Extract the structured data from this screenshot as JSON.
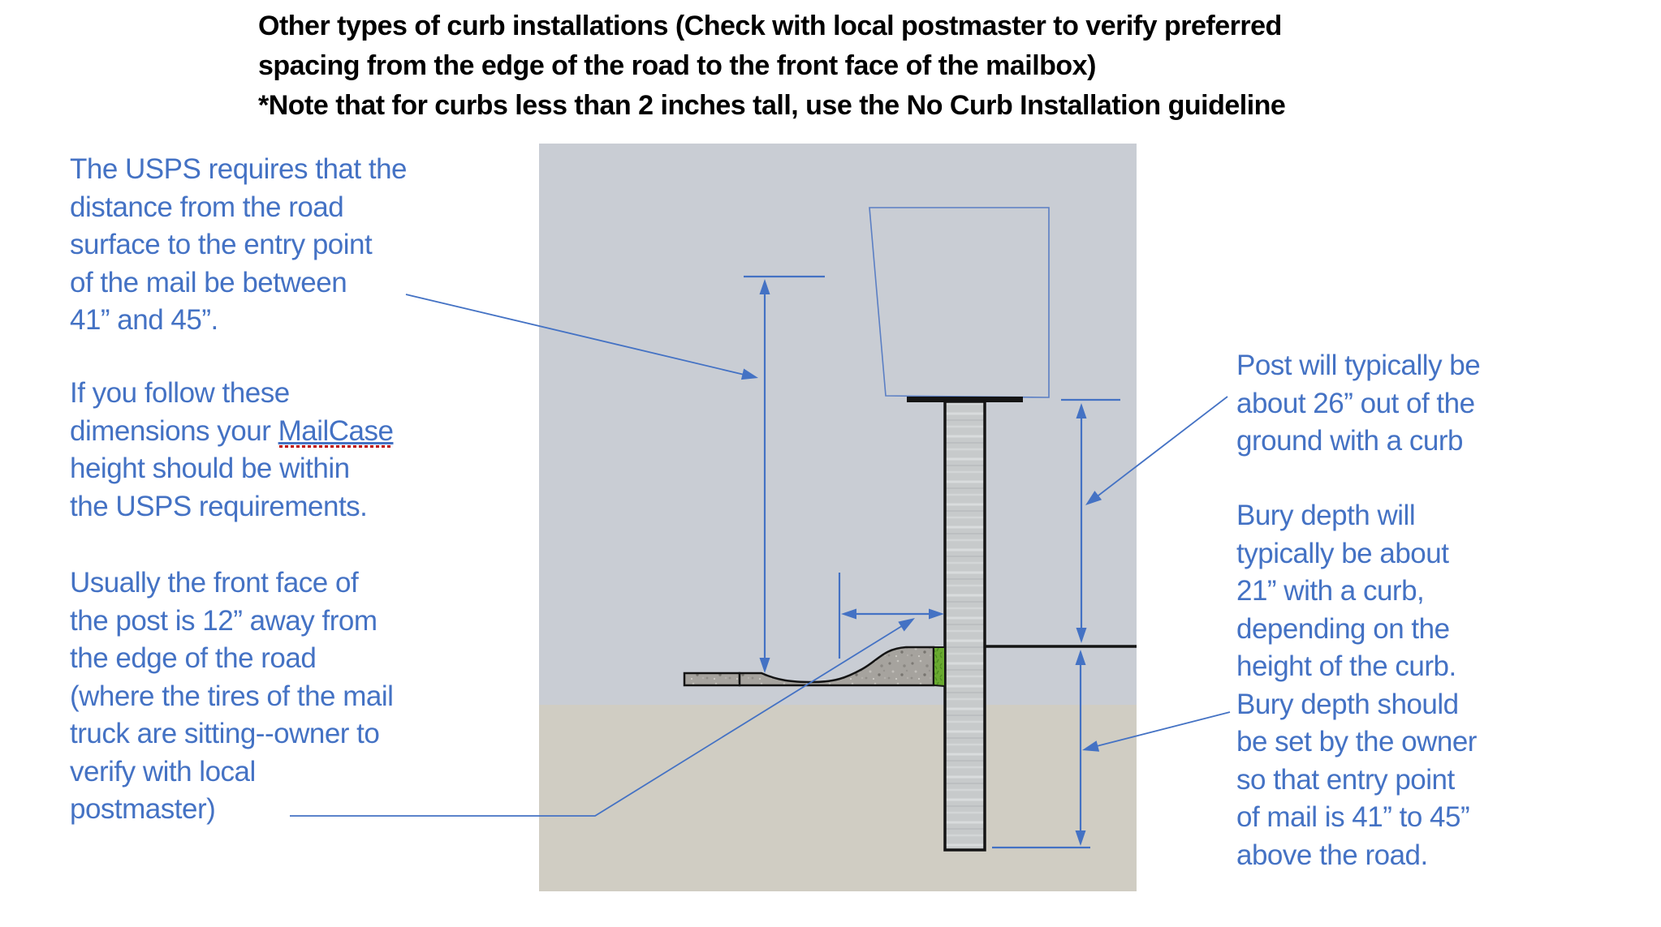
{
  "colors": {
    "accent_blue": "#4472C4",
    "title_text": "#000000",
    "panel_sky_gray": "#C9CDD4",
    "panel_ground_tan": "#D0CDC3",
    "curb_asphalt_gray": "#A6A39E",
    "post_concrete_gray": "#C7CACB",
    "grass_green": "#69AA30",
    "outline_black": "#141414",
    "spellcheck_red": "#C00000"
  },
  "title": {
    "line1": "Other types of curb installations (Check with local postmaster to verify preferred",
    "line2": "spacing from the edge of the road to the front face of the mailbox)",
    "line3": "*Note that for curbs less than 2 inches tall, use the No Curb Installation guideline"
  },
  "notes_left": [
    {
      "name": "mail-entry-height-note",
      "lines": [
        "The USPS requires that the",
        "distance from the road",
        "surface to the entry point",
        "of the mail be between",
        "41” and 45”."
      ]
    },
    {
      "name": "mailcase-height-note",
      "lines": [
        "If you follow these",
        [
          {
            "t": "dimensions your "
          },
          {
            "t": "MailCase",
            "u": true
          }
        ],
        "height should be within",
        "the USPS requirements."
      ]
    },
    {
      "name": "post-setback-note",
      "lines": [
        "Usually the front face of",
        "the post is 12” away from",
        "the edge of the road",
        "(where the tires of the mail",
        "truck are sitting--owner to",
        "verify with local",
        "postmaster)"
      ]
    }
  ],
  "notes_right": [
    {
      "name": "post-exposed-height-note",
      "lines": [
        "Post will typically be",
        "about 26” out of the",
        "ground with a curb"
      ]
    },
    {
      "name": "bury-depth-note",
      "lines": [
        "Bury depth will",
        "typically be about",
        "21” with a curb,",
        "depending on the",
        "height of the curb.",
        "Bury depth should",
        "be set by the owner",
        "so that entry point",
        "of mail is 41” to 45”",
        "above the road."
      ]
    }
  ],
  "diagram": {
    "parts": [
      "mailbox-outline",
      "mailbox-mounting-plate",
      "post",
      "road-surface",
      "curb",
      "grass-strip",
      "ground-level-line"
    ],
    "dimension_markers": [
      "mail-entry-height-dimension",
      "post-exposed-height-dimension",
      "bury-depth-dimension",
      "post-setback-dimension"
    ]
  }
}
